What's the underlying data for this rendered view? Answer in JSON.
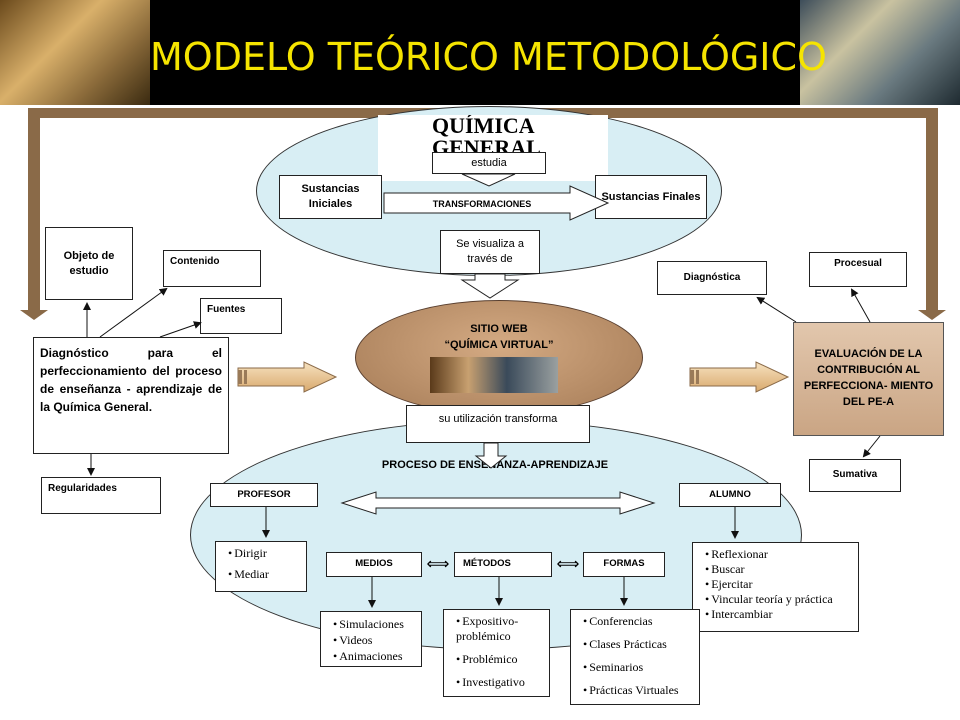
{
  "header": {
    "title": "MODELO TEÓRICO METODOLÓGICO"
  },
  "colors": {
    "title": "#f5e400",
    "frame": "#8a6a48",
    "ellipse": "#d8eef4"
  },
  "top_ellipse": {
    "title": "QUÍMICA GENERAL",
    "estudia": "estudia",
    "sustancias_iniciales": "Sustancias Iniciales",
    "sustancias_finales": "Sustancias Finales",
    "transformaciones": "TRANSFORMACIONES",
    "visualiza": "Se visualiza a través de"
  },
  "left": {
    "objeto": "Objeto de estudio",
    "contenido": "Contenido",
    "fuentes": "Fuentes",
    "diagnostico": "Diagnóstico para el perfeccionamiento del proceso de enseñanza - aprendizaje de la Química General.",
    "regularidades": "Regularidades"
  },
  "center": {
    "sitio_web": "SITIO WEB",
    "quimica_virtual": "“QUÍMICA VIRTUAL”",
    "utilizacion": "su utilización transforma"
  },
  "right": {
    "diagnostica": "Diagnóstica",
    "procesual": "Procesual",
    "evaluacion": "EVALUACIÓN DE LA CONTRIBUCIÓN AL PERFECCIONA- MIENTO DEL PE-A",
    "sumativa": "Sumativa"
  },
  "bottom": {
    "proceso": "PROCESO DE ENSEÑANZA-APRENDIZAJE",
    "profesor": "PROFESOR",
    "alumno": "ALUMNO",
    "medios": "MEDIOS",
    "metodos": "MÉTODOS",
    "formas": "FORMAS",
    "arrow_lr": "⟺",
    "profesor_items": [
      "Dirigir",
      "Mediar"
    ],
    "alumno_items": [
      "Reflexionar",
      "Buscar",
      "Ejercitar",
      "Vincular teoría y práctica",
      "Intercambiar"
    ],
    "medios_items": [
      "Simulaciones",
      "Videos",
      "Animaciones"
    ],
    "metodos_items": [
      "Expositivo-problémico",
      "Problémico",
      "Investigativo"
    ],
    "formas_items": [
      "Conferencias",
      "Clases Prácticas",
      "Seminarios",
      "Prácticas Virtuales"
    ]
  }
}
